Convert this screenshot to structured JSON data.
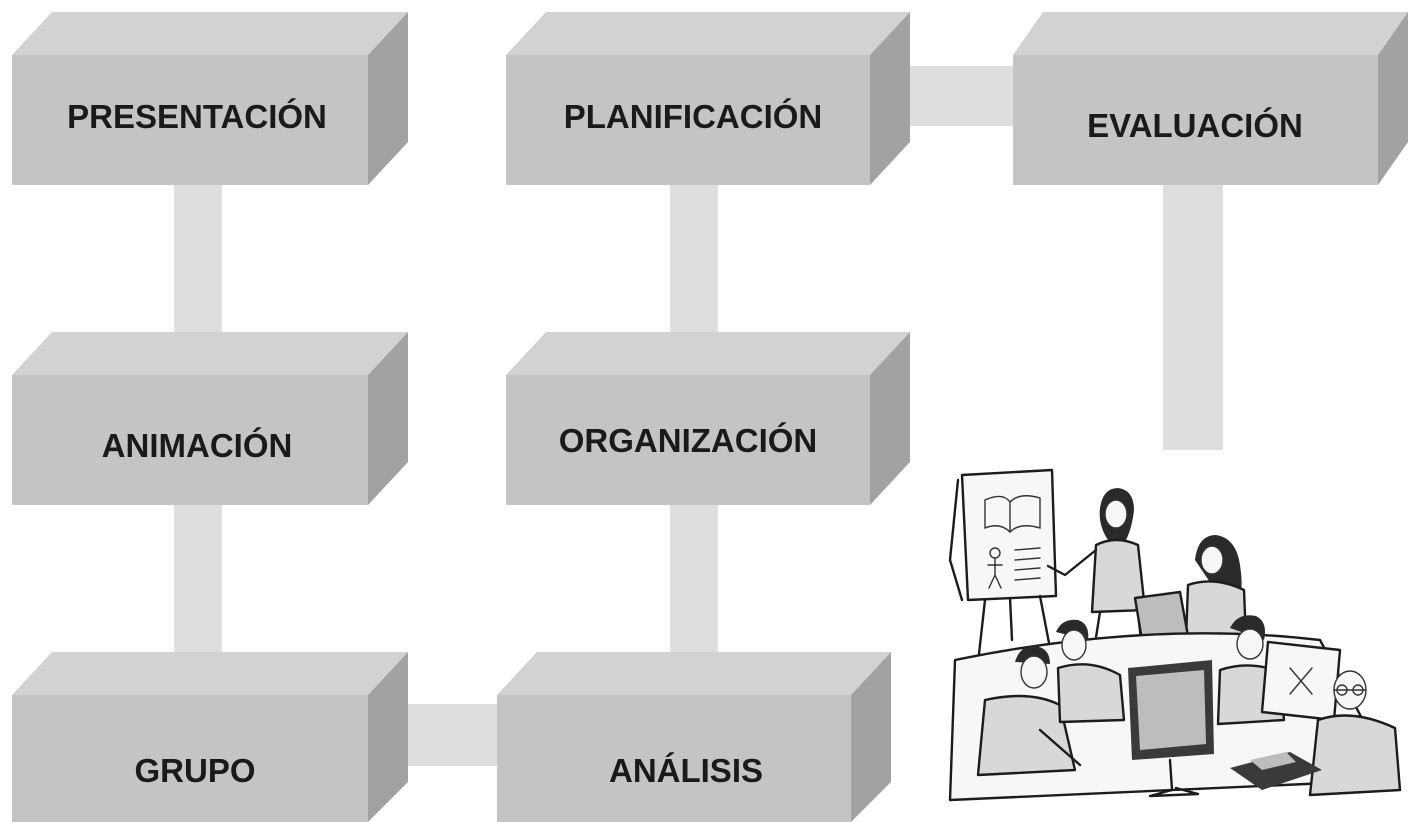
{
  "diagram": {
    "boxes": {
      "presentacion": "PRESENTACIÓN",
      "planificacion": "PLANIFICACIÓN",
      "evaluacion": "EVALUACIÓN",
      "animacion": "ANIMACIÓN",
      "organizacion": "ORGANIZACIÓN",
      "grupo": "GRUPO",
      "analisis": "ANÁLISIS"
    },
    "colors": {
      "box_front": "#c4c4c4",
      "box_top": "#d2d2d2",
      "box_side": "#a2a2a2",
      "connector": "#dedede",
      "label": "#1a1a1a"
    }
  },
  "illustration": {
    "icon": "team-meeting-illustration"
  }
}
